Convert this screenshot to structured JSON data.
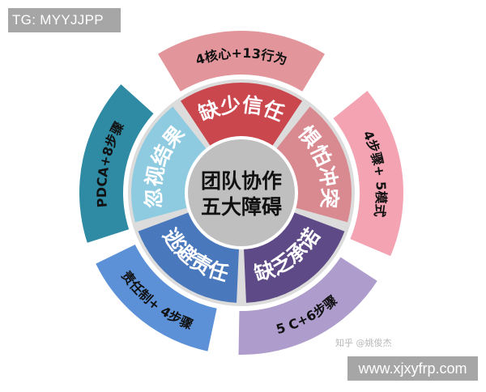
{
  "watermark_top_left": "TG: MYYJJPP",
  "watermark_bottom_right": "www.xjxyfrp.com",
  "credit": "知乎 @姚俊杰",
  "center": {
    "line1": "团队协作",
    "line2": "五大障碍",
    "color": "#bfbfbf"
  },
  "inner_ring": [
    {
      "label": "缺少信任",
      "color": "#c9474d"
    },
    {
      "label": "惧怕冲突",
      "color": "#d98a90"
    },
    {
      "label": "缺乏承诺",
      "color": "#5e4a86"
    },
    {
      "label": "逃避责任",
      "color": "#4a78bd"
    },
    {
      "label": "忽视结果",
      "color": "#8fcbe0"
    }
  ],
  "outer_ring": [
    {
      "label": "4核心+13行为",
      "color": "#e2969b"
    },
    {
      "label": "4步骤+ 5模式",
      "color": "#f4a3b3"
    },
    {
      "label": "5 C+6步骤",
      "color": "#ad9ccc"
    },
    {
      "label": "责任制+ 4步骤",
      "color": "#5c91d8"
    },
    {
      "label": "PDCA+8步骤",
      "color": "#2f8aa3"
    }
  ]
}
